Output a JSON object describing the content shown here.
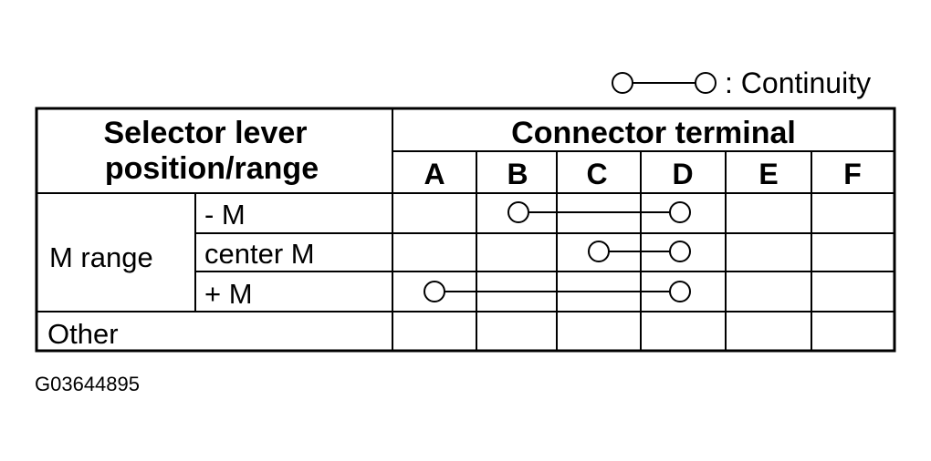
{
  "legend": {
    "symbol": "circle-line-circle",
    "label": ": Continuity"
  },
  "table": {
    "header_left": [
      "Selector lever",
      "position/range"
    ],
    "header_right": "Connector terminal",
    "columns": [
      "A",
      "B",
      "C",
      "D",
      "E",
      "F"
    ],
    "group_label": "M range",
    "rows": [
      {
        "label": "- M",
        "continuity": [
          "B",
          "D"
        ]
      },
      {
        "label": "center M",
        "continuity": [
          "C",
          "D"
        ]
      },
      {
        "label": "+ M",
        "continuity": [
          "A",
          "D"
        ]
      }
    ],
    "other_label": "Other"
  },
  "figure_code": "G03644895"
}
